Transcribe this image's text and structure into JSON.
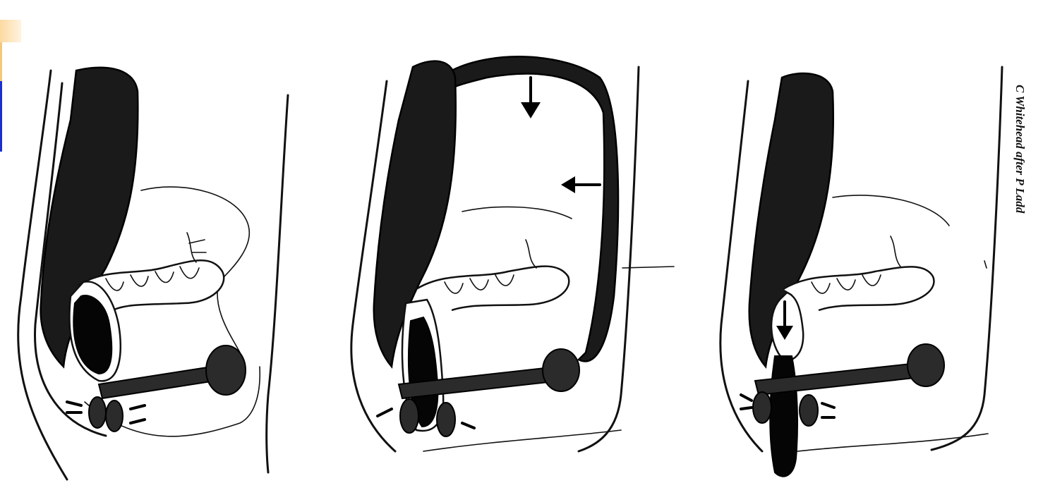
{
  "figure": {
    "panels": [
      {
        "id": "left"
      },
      {
        "id": "middle"
      },
      {
        "id": "right"
      }
    ],
    "credit": "C Whitehead after P Ladd",
    "colors": {
      "ink": "#111111",
      "accent_orange": "#fcd9a0",
      "accent_blue": "#1a2fd0"
    }
  }
}
